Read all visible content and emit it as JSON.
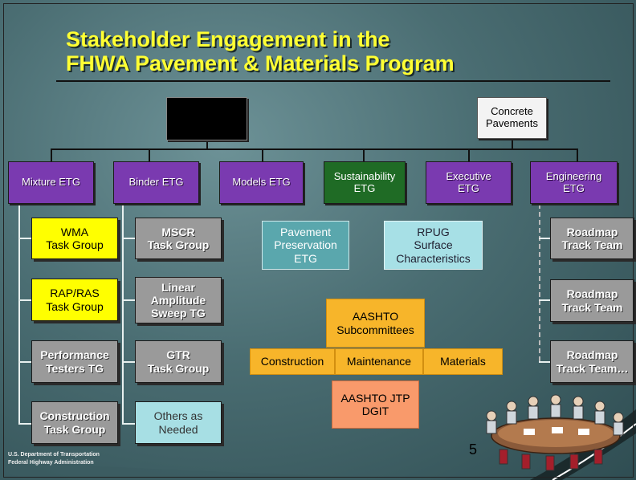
{
  "title": {
    "line1": "Stakeholder Engagement in the",
    "line2": "FHWA Pavement & Materials Program"
  },
  "top_boxes": {
    "center_label": "",
    "concrete": "Concrete\nPavements"
  },
  "etgs": [
    "Mixture ETG",
    "Binder ETG",
    "Models ETG",
    "Sustainability\nETG",
    "Executive\nETG",
    "Engineering\nETG"
  ],
  "mixture_groups": [
    "WMA\nTask Group",
    "RAP/RAS\nTask Group",
    "Performance\nTesters TG",
    "Construction\nTask Group"
  ],
  "binder_groups": [
    "MSCR\nTask Group",
    "Linear\nAmplitude\nSweep TG",
    "GTR\nTask Group",
    "Others as\nNeeded"
  ],
  "engineering_groups": [
    "Roadmap\nTrack Team",
    "Roadmap\nTrack Team",
    "Roadmap\nTrack Team…"
  ],
  "center": {
    "pavement_preservation": "Pavement\nPreservation\nETG",
    "rpug": "RPUG\nSurface\nCharacteristics",
    "aashto_subcommittees": "AASHTO\nSubcommittees",
    "construction": "Construction",
    "maintenance": "Maintenance",
    "materials": "Materials",
    "aashto_jtp": "AASHTO JTP\nDGIT"
  },
  "footer": {
    "dept": "U.S. Department of Transportation",
    "agency": "Federal Highway Administration"
  },
  "page_number": "5",
  "colors": {
    "background": "#4a6d72",
    "title": "#ffff33",
    "etg": "#7a3ab0",
    "sustainability": "#1f6b25",
    "highlight": "#ffff00",
    "task_group": "#9a9a9a",
    "aashto": "#f7b52a",
    "jtp": "#f99a6b"
  }
}
